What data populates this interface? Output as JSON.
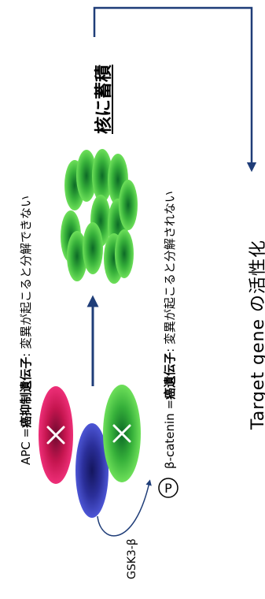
{
  "labels": {
    "apc_prefix": "APC =",
    "apc_term": "癌抑制遺伝子",
    "apc_desc": ": 変異が起こると分解できない",
    "catenin_prefix": "β-catenin =",
    "catenin_term": "癌遺伝子",
    "catenin_desc": ": 変異が起こると分解されない",
    "nucleus": "核に蓄積",
    "target_prefix": "Target gene",
    "target_suffix": "の活性化",
    "gsk": "GSK3-β",
    "phospho": "P"
  },
  "colors": {
    "apc": "#d81b5a",
    "gsk": "#2b2f9a",
    "catenin": "#3cb83c",
    "arrow": "#1f3d78"
  }
}
